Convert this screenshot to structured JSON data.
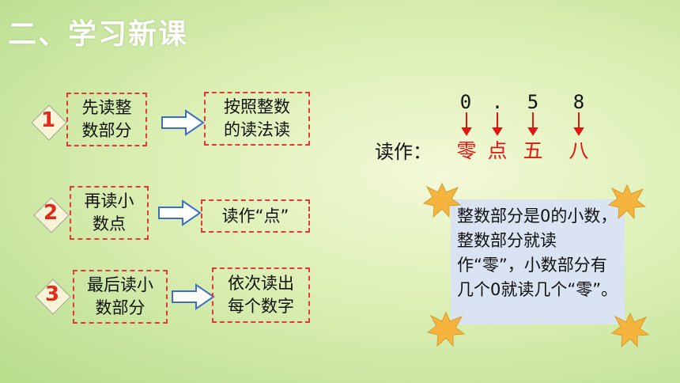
{
  "title": "二、学习新课",
  "steps": [
    {
      "number": "1",
      "left": "先读整\n数部分",
      "right": "按照整数\n的读法读"
    },
    {
      "number": "2",
      "left": "再读小\n数点",
      "right": "读作“点”"
    },
    {
      "number": "3",
      "left": "最后读小\n数部分",
      "right": "依次读出\n每个数字"
    }
  ],
  "reading": {
    "label": "读作：",
    "digits": [
      "0",
      ".",
      "5",
      "8"
    ],
    "words": [
      "零",
      "点",
      "五",
      "八"
    ]
  },
  "note": "整数部分是0的小数，整数部分就读作“零”，小数部分有几个0就读几个“零”。",
  "colors": {
    "accent_red": "#e0160f",
    "dash_red": "#e23a3a",
    "arrow_blue": "#3b6fc6",
    "star_orange": "#f4b43e"
  },
  "icons": [
    "diamond-badge-icon",
    "right-arrow-icon",
    "down-arrow-icon",
    "star-icon"
  ]
}
